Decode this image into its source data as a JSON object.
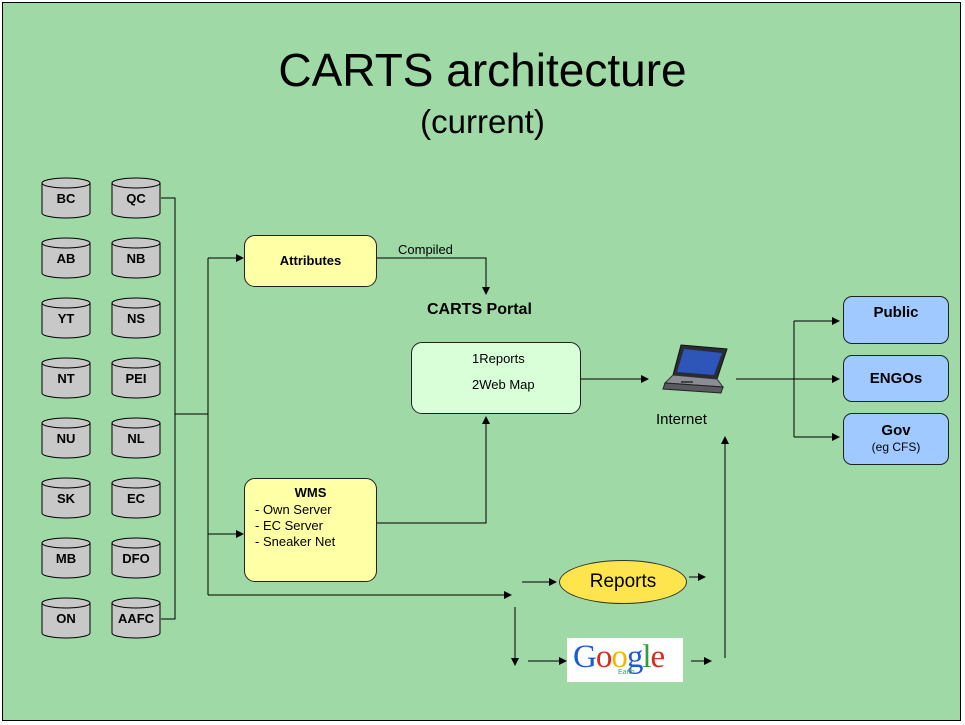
{
  "title": "CARTS architecture",
  "subtitle": "(current)",
  "databases_left": [
    "BC",
    "AB",
    "YT",
    "NT",
    "NU",
    "SK",
    "MB",
    "ON"
  ],
  "databases_right": [
    "QC",
    "NB",
    "NS",
    "PEI",
    "NL",
    "EC",
    "DFO",
    "AAFC"
  ],
  "attributes": {
    "label": "Attributes"
  },
  "compiled_label": "Compiled",
  "portal": {
    "title": "CARTS Portal",
    "items": [
      "1Reports",
      "2Web Map"
    ]
  },
  "wms": {
    "title": "WMS",
    "items": [
      "- Own Server",
      "- EC Server",
      "- Sneaker Net"
    ]
  },
  "internet_label": "Internet",
  "reports_label": "Reports",
  "google": {
    "word": "Google",
    "sub": "Earth"
  },
  "audiences": {
    "public": "Public",
    "engos": "ENGOs",
    "gov": "Gov",
    "gov_sub": "(eg CFS)"
  },
  "colors": {
    "background": "#9ed9a6",
    "database": "#c8c8c8",
    "yellow_box": "#ffffa6",
    "portal_box": "#d9ffd9",
    "audience_box": "#9fc9ff",
    "reports_oval": "#ffe54d"
  },
  "icons": {
    "internet": "laptop-icon",
    "database": "database-cylinder-icon"
  }
}
